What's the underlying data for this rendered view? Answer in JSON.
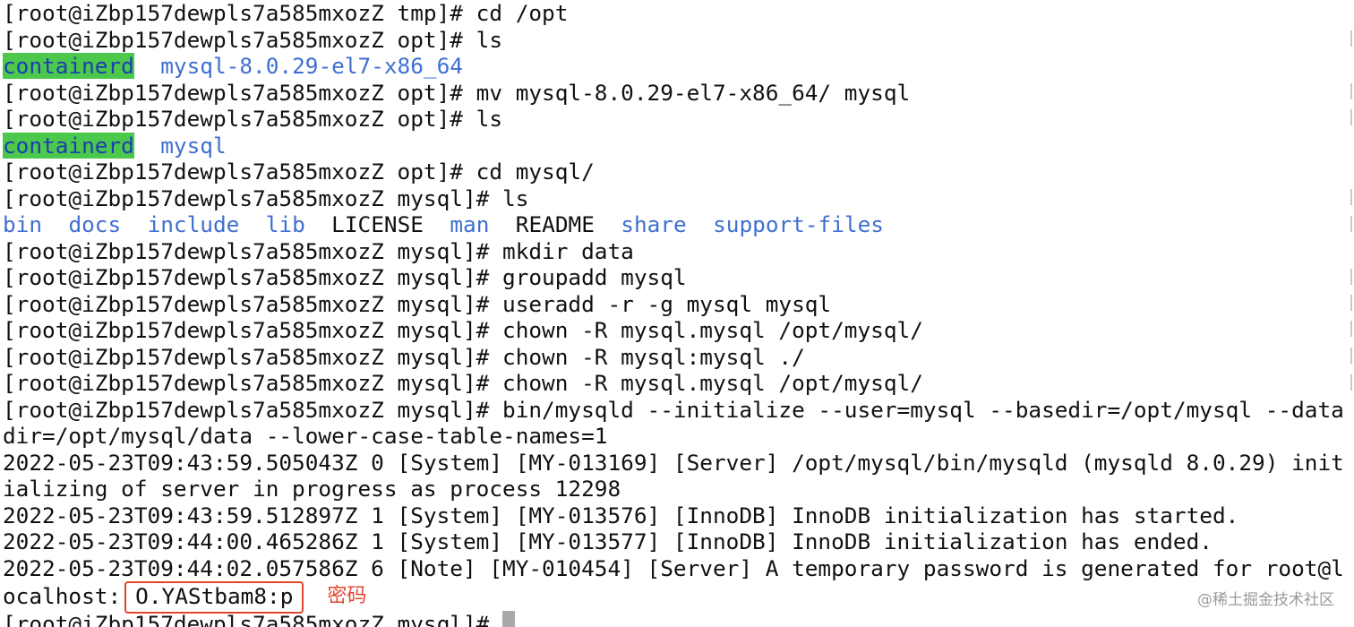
{
  "terminal": {
    "lines": [
      "[root@iZbp157dewpls7a585mxozZ tmp]# cd /opt",
      "[root@iZbp157dewpls7a585mxozZ opt]# ls",
      null,
      "[root@iZbp157dewpls7a585mxozZ opt]# mv mysql-8.0.29-el7-x86_64/ mysql",
      "[root@iZbp157dewpls7a585mxozZ opt]# ls",
      null,
      "[root@iZbp157dewpls7a585mxozZ opt]# cd mysql/",
      "[root@iZbp157dewpls7a585mxozZ mysql]# ls",
      null,
      "[root@iZbp157dewpls7a585mxozZ mysql]# mkdir data",
      "[root@iZbp157dewpls7a585mxozZ mysql]# groupadd mysql",
      "[root@iZbp157dewpls7a585mxozZ mysql]# useradd -r -g mysql mysql",
      "[root@iZbp157dewpls7a585mxozZ mysql]# chown -R mysql.mysql /opt/mysql/",
      "[root@iZbp157dewpls7a585mxozZ mysql]# chown -R mysql:mysql ./",
      "[root@iZbp157dewpls7a585mxozZ mysql]# chown -R mysql.mysql /opt/mysql/",
      "[root@iZbp157dewpls7a585mxozZ mysql]# bin/mysqld --initialize --user=mysql --basedir=/opt/mysql --data",
      "dir=/opt/mysql/data --lower-case-table-names=1",
      "2022-05-23T09:43:59.505043Z 0 [System] [MY-013169] [Server] /opt/mysql/bin/mysqld (mysqld 8.0.29) init",
      "ializing of server in progress as process 12298",
      "2022-05-23T09:43:59.512897Z 1 [System] [MY-013576] [InnoDB] InnoDB initialization has started.",
      "2022-05-23T09:44:00.465286Z 1 [System] [MY-013577] [InnoDB] InnoDB initialization has ended.",
      "2022-05-23T09:44:02.057586Z 6 [Note] [MY-010454] [Server] A temporary password is generated for root@l"
    ],
    "ls_opt_1": {
      "highlighted": "containerd",
      "dir": "mysql-8.0.29-el7-x86_64"
    },
    "ls_opt_2": {
      "highlighted": "containerd",
      "dir": "mysql"
    },
    "ls_mysql": [
      {
        "name": "bin",
        "kind": "dir"
      },
      {
        "name": "docs",
        "kind": "dir"
      },
      {
        "name": "include",
        "kind": "dir"
      },
      {
        "name": "lib",
        "kind": "dir"
      },
      {
        "name": "LICENSE",
        "kind": "file"
      },
      {
        "name": "man",
        "kind": "dir"
      },
      {
        "name": "README",
        "kind": "file"
      },
      {
        "name": "share",
        "kind": "dir"
      },
      {
        "name": "support-files",
        "kind": "dir"
      }
    ],
    "password_line": {
      "prefix": "ocalhost:",
      "password": "O.YAStbam8:p",
      "annotation": "密码"
    },
    "final_prompt": "[root@iZbp157dewpls7a585mxozZ mysql]# "
  },
  "watermark": "@稀土掘金技术社区",
  "colors": {
    "background": "#ffffff",
    "text": "#111111",
    "directory": "#3f6fd0",
    "highlight_bg": "#4cc94c",
    "annotation": "#e0452e",
    "cursor": "#a9a9a9"
  }
}
